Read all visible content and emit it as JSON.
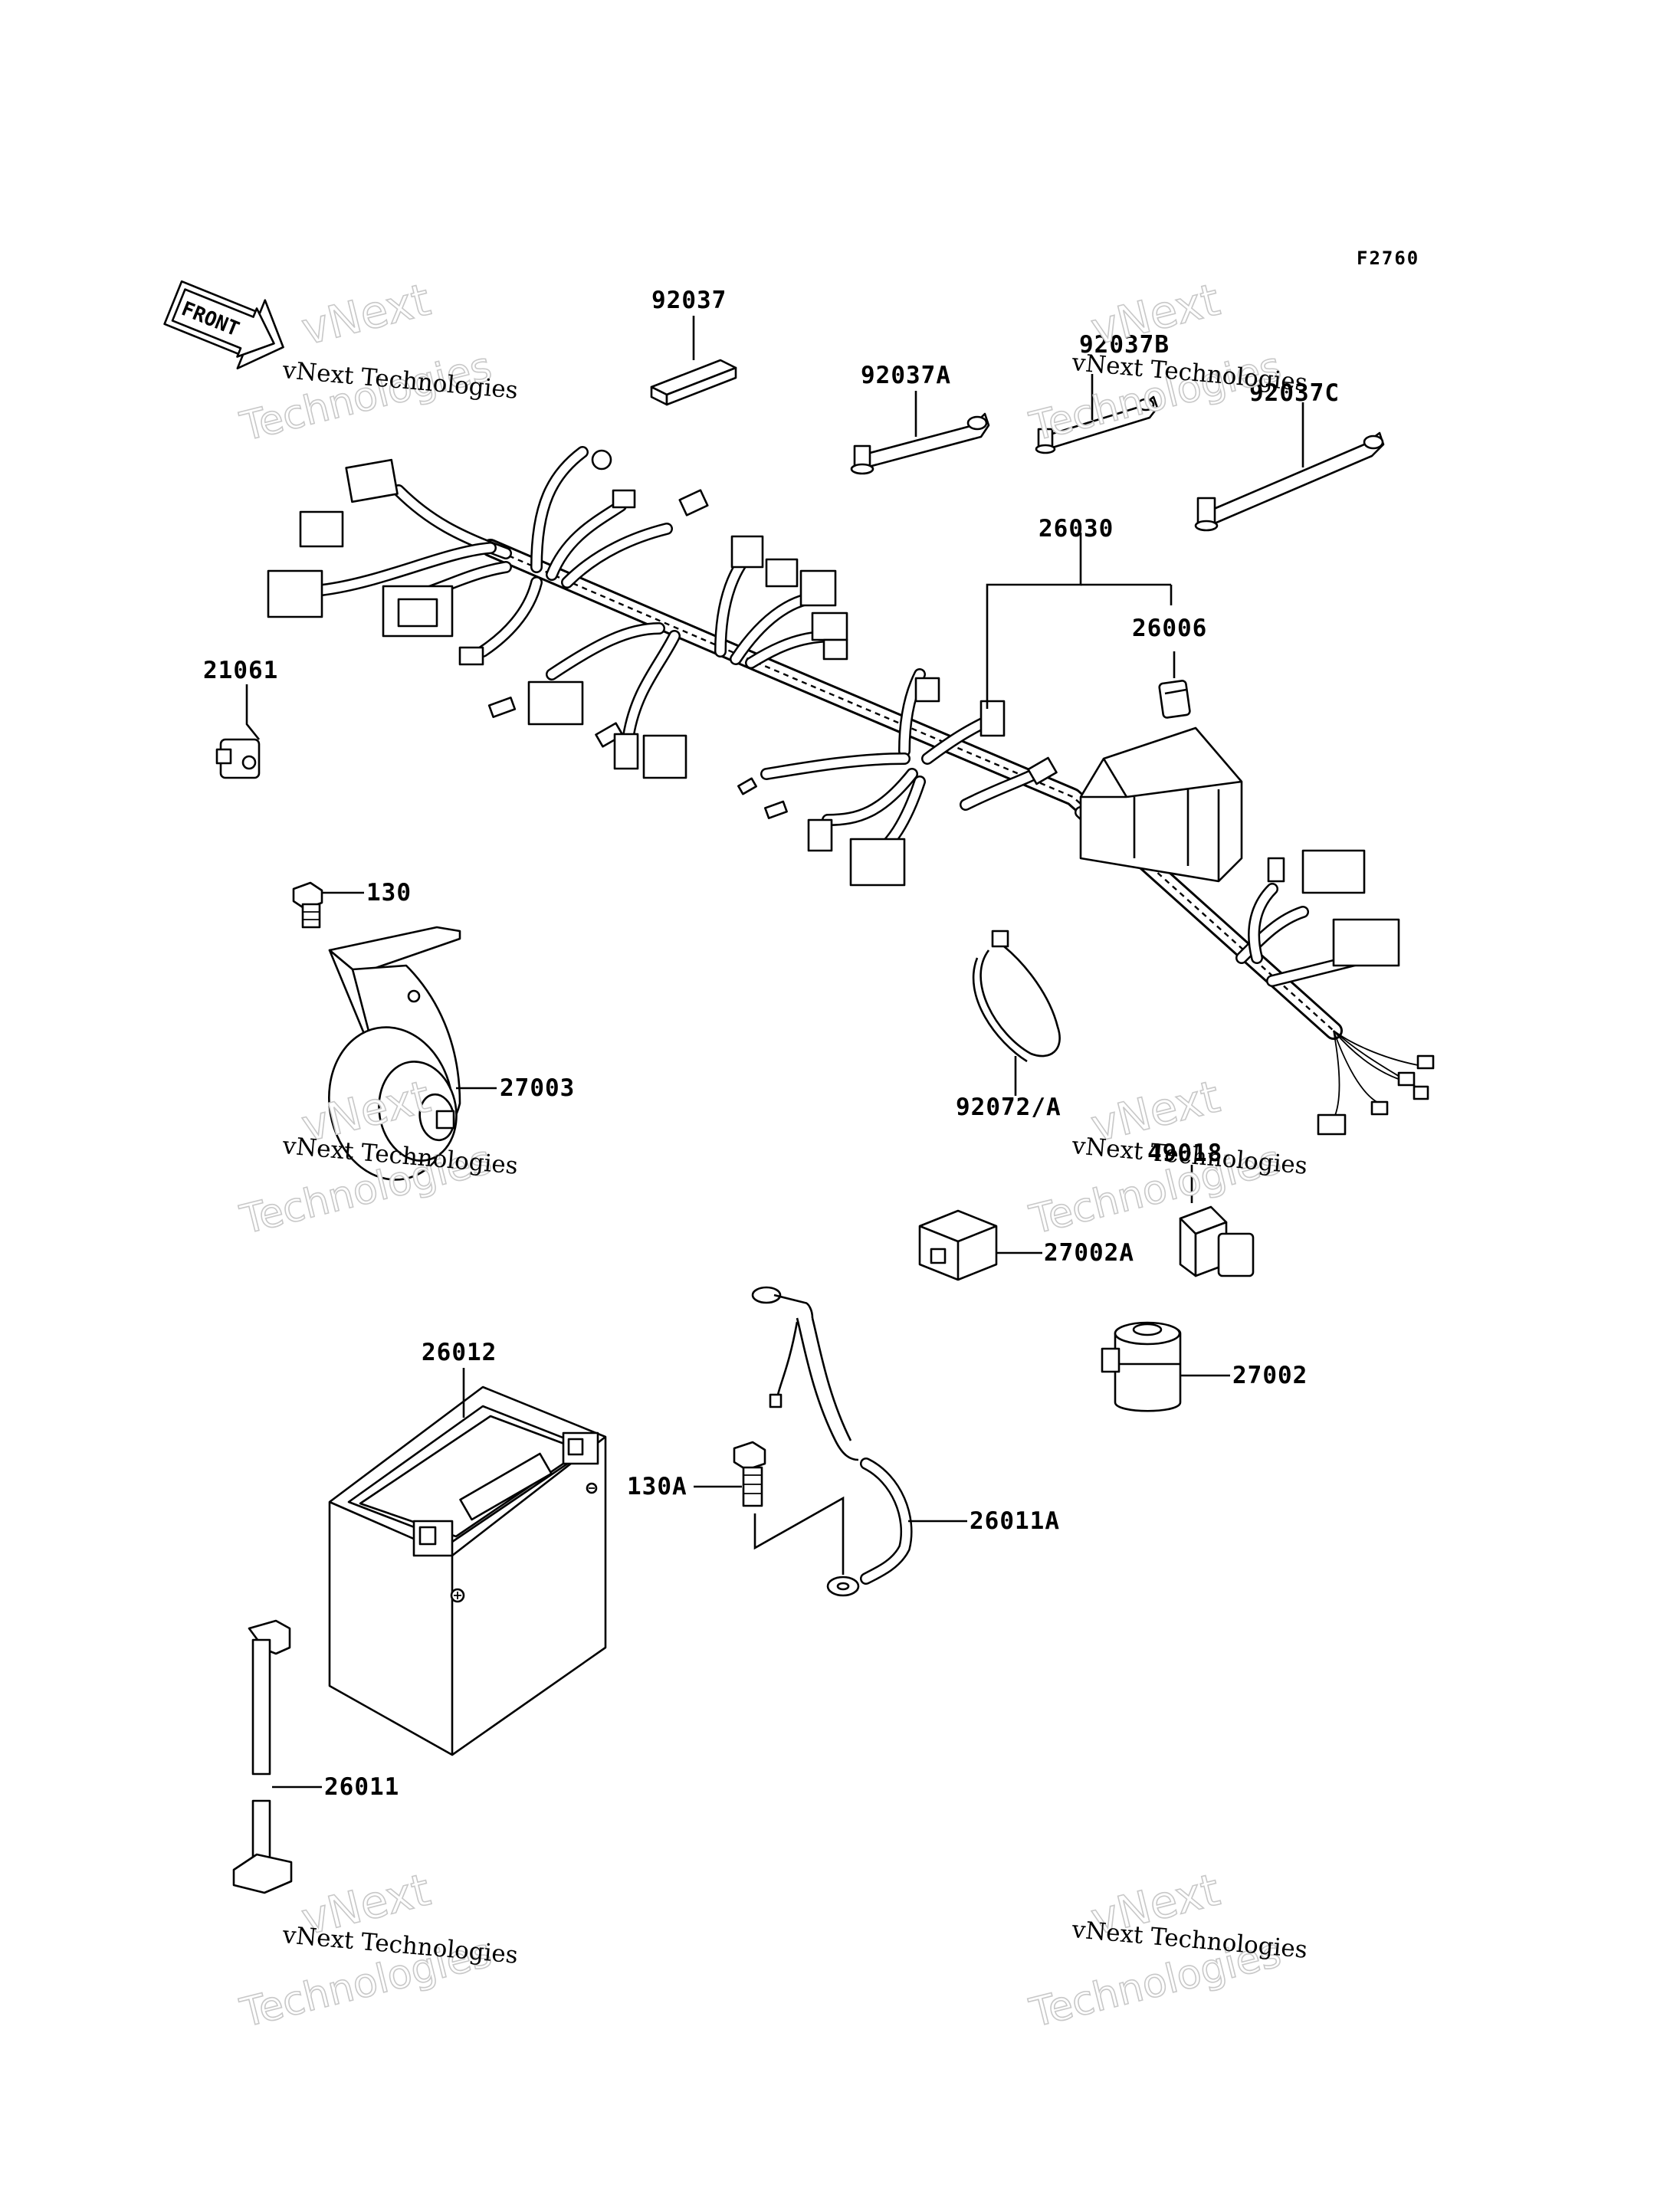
{
  "diagram": {
    "figure_ref": "F2760",
    "front_label": "FRONT",
    "watermark": {
      "line1": "vNext Technologies",
      "line2": "vNext",
      "line3": "Technologies"
    },
    "parts": [
      {
        "id": "p92037",
        "number": "92037"
      },
      {
        "id": "p92037A",
        "number": "92037A"
      },
      {
        "id": "p92037B",
        "number": "92037B"
      },
      {
        "id": "p92037C",
        "number": "92037C"
      },
      {
        "id": "p26030",
        "number": "26030"
      },
      {
        "id": "p26006",
        "number": "26006"
      },
      {
        "id": "p21061",
        "number": "21061"
      },
      {
        "id": "p130",
        "number": "130"
      },
      {
        "id": "p27003",
        "number": "27003"
      },
      {
        "id": "p92072A",
        "number": "92072/A"
      },
      {
        "id": "p49018",
        "number": "49018"
      },
      {
        "id": "p27002A",
        "number": "27002A"
      },
      {
        "id": "p27002",
        "number": "27002"
      },
      {
        "id": "p26012",
        "number": "26012"
      },
      {
        "id": "p130A",
        "number": "130A"
      },
      {
        "id": "p26011A",
        "number": "26011A"
      },
      {
        "id": "p26011",
        "number": "26011"
      }
    ]
  }
}
